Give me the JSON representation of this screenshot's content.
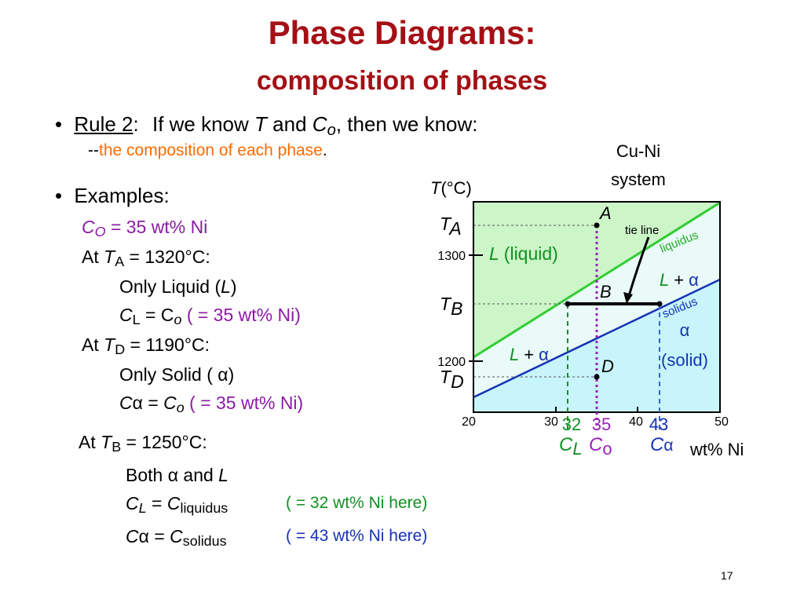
{
  "title": {
    "line1": "Phase Diagrams:",
    "line2": "composition of phases"
  },
  "rule2": {
    "bullet": "•",
    "label": "Rule 2",
    "colon": ":",
    "text_a": "If we know",
    "T": "T",
    "and": "and",
    "C": "C",
    "o": "o",
    "text_b": ", then we know:",
    "dash": "--",
    "highlight": "the composition of each phase",
    "period": "."
  },
  "examples": {
    "bullet": "•",
    "label": "Examples:",
    "co_line": {
      "C": "C",
      "sub": "O",
      "rest": "= 35 wt% Ni"
    },
    "at_a": {
      "at": "At",
      "T": "T",
      "sub": "A",
      "rest": "= 1320°C:"
    },
    "only_liquid": {
      "text": "Only Liquid (",
      "L": "L",
      "close": ")"
    },
    "cl_co": {
      "C": "C",
      "sub": "L",
      "eq": "= C",
      "sub2": "o",
      "note": "( = 35 wt% Ni)"
    },
    "at_d": {
      "at": "At",
      "T": "T",
      "sub": "D",
      "rest": "= 1190°C:"
    },
    "only_solid": {
      "text": "Only Solid (",
      "alpha": "α",
      "close": ")"
    },
    "ca_co": {
      "C": "C",
      "alpha": "α",
      "eq": "=",
      "C2": "C",
      "sub2": "o",
      "note": "( = 35 wt% Ni)"
    },
    "at_b": {
      "at": "At",
      "T": "T",
      "sub": "B",
      "rest": "= 1250°C:"
    },
    "both": {
      "text": "Both",
      "alpha": "α",
      "and": "and",
      "L": "L"
    },
    "cl_liq": {
      "C": "C",
      "sub": "L",
      "eq": "=",
      "C2": "C",
      "sub2": "liquidus",
      "note": "( = 32 wt% Ni here)"
    },
    "ca_sol": {
      "C": "C",
      "alpha": "α",
      "eq": "=",
      "C2": "C",
      "sub2": "solidus",
      "note": "( = 43 wt% Ni here)"
    }
  },
  "diagram": {
    "system_line1": "Cu-Ni",
    "system_line2": "system",
    "y_axis_T": "T",
    "y_axis_unit": "(°C)",
    "y_ticks": [
      "1300",
      "1200"
    ],
    "temp_labels": [
      {
        "T": "T",
        "sub": "A"
      },
      {
        "T": "T",
        "sub": "B"
      },
      {
        "T": "T",
        "sub": "D"
      }
    ],
    "x_ticks": [
      "20",
      "30",
      "40",
      "50"
    ],
    "x_axis_label": "wt% Ni",
    "points": [
      "A",
      "B",
      "D"
    ],
    "tie_line_label": "tie line",
    "liquidus_label": "liquidus",
    "solidus_label": "solidus",
    "region_liquid": {
      "L": "L",
      "rest": "(liquid)"
    },
    "region_L_alpha_upper": {
      "L": "L",
      "plus": "+",
      "alpha": "α"
    },
    "region_L_alpha_lower": {
      "L": "L",
      "plus": "+",
      "alpha": "α"
    },
    "region_solid": {
      "alpha": "α",
      "rest": "(solid)"
    },
    "comp_values": [
      "32",
      "35",
      "43"
    ],
    "comp_labels": {
      "CL": {
        "C": "C",
        "sub": "L"
      },
      "Co": {
        "C": "C",
        "sub": "o"
      },
      "Ca": {
        "C": "C",
        "alpha": "α"
      }
    },
    "colors": {
      "liquid_fill": "#ccf5c8",
      "solid_fill": "#c8f4fb",
      "liquidus": "#33cc33",
      "solidus": "#1433b4",
      "dashed_purple": "#9922bb",
      "dashed_green": "#109020",
      "dashed_blue": "#3366cc"
    }
  },
  "page_number": "17"
}
